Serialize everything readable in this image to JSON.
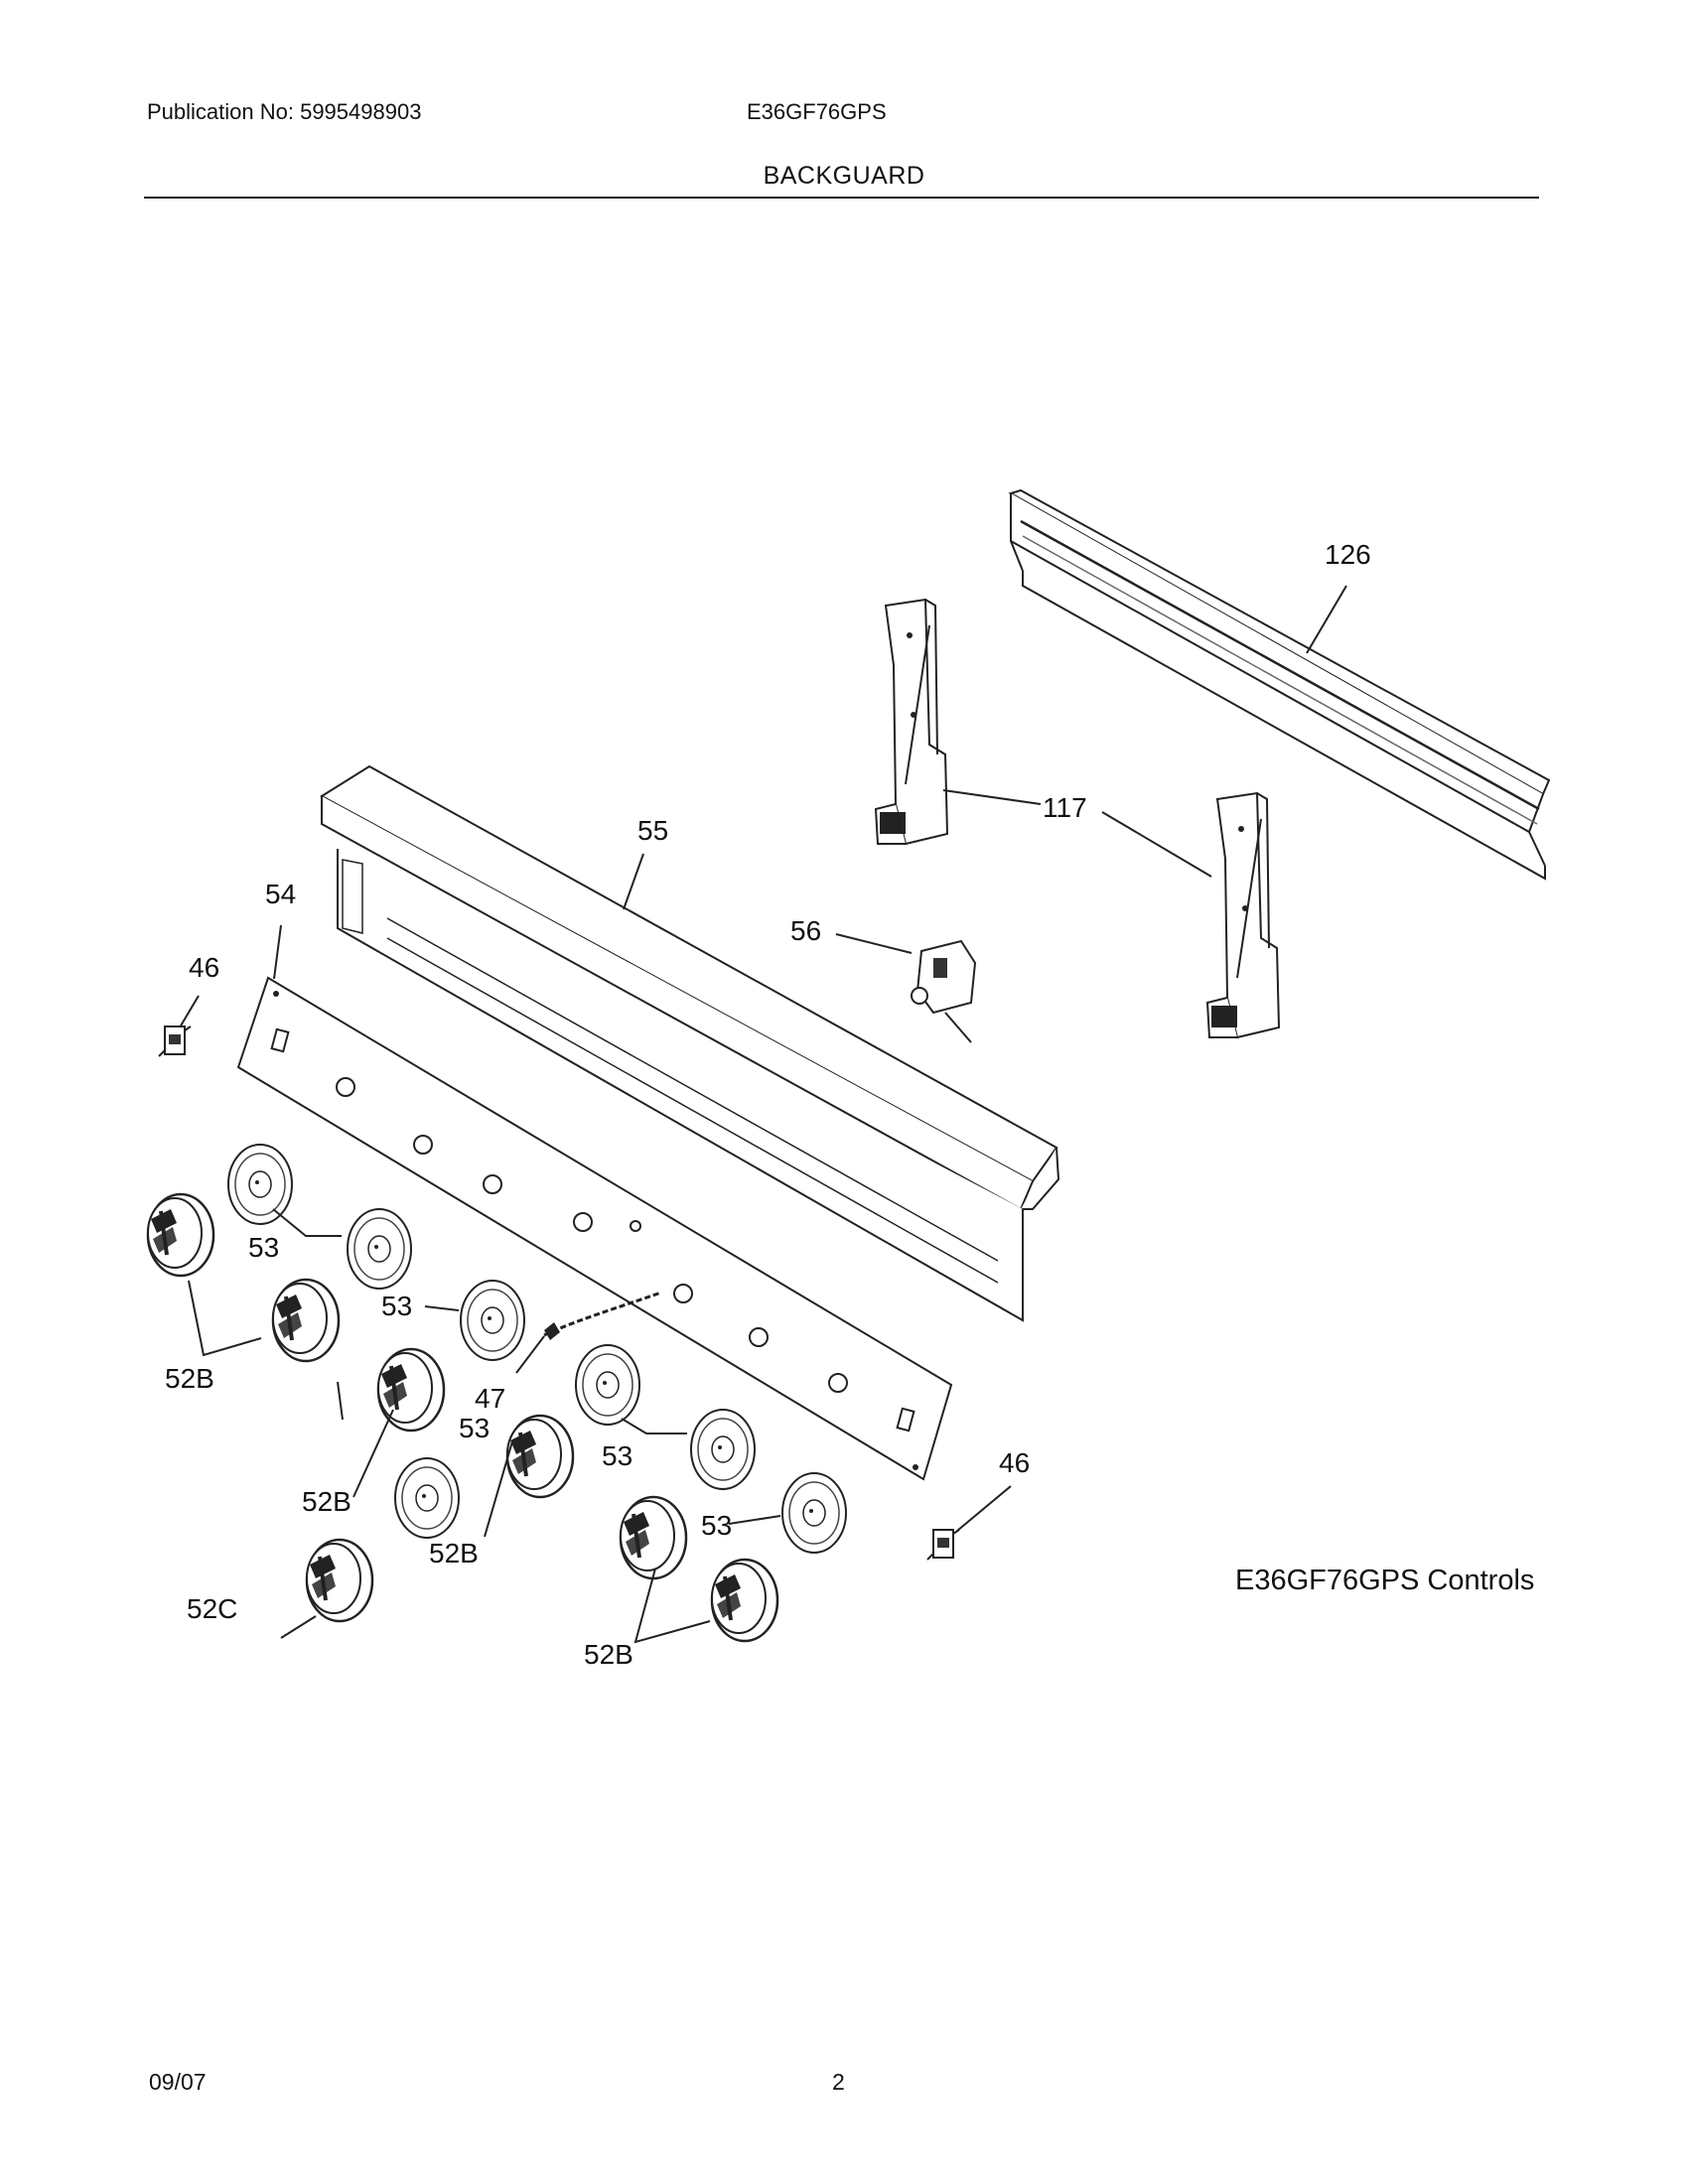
{
  "header": {
    "publication": "Publication No: 5995498903",
    "model": "E36GF76GPS",
    "section_title": "BACKGUARD"
  },
  "callouts": {
    "c126": "126",
    "c117": "117",
    "c55": "55",
    "c54": "54",
    "c56": "56",
    "c46a": "46",
    "c46b": "46",
    "c53a": "53",
    "c53b": "53",
    "c53c": "53",
    "c53d": "53",
    "c53e": "53",
    "c47": "47",
    "c52Ba": "52B",
    "c52Bb": "52B",
    "c52Bc": "52B",
    "c52Bd": "52B",
    "c52C": "52C"
  },
  "caption": "E36GF76GPS Controls",
  "footer": {
    "date": "09/07",
    "page": "2"
  }
}
